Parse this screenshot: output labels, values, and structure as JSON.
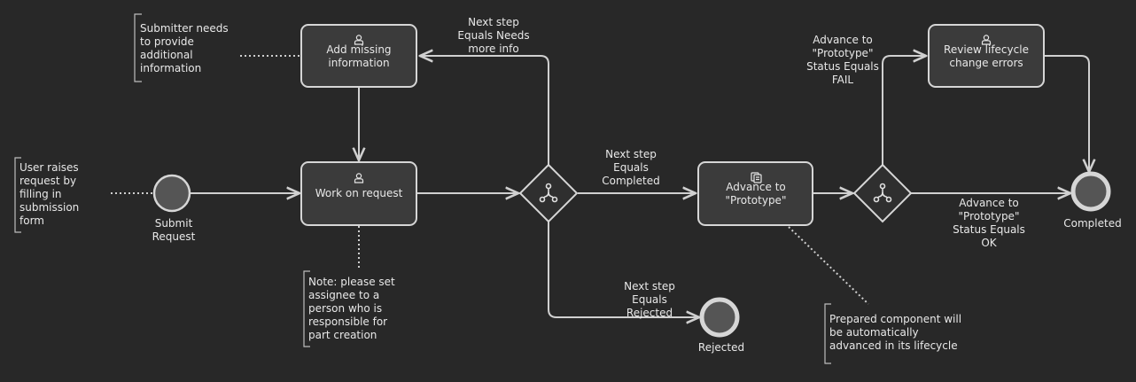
{
  "events": {
    "start": {
      "label_lines": [
        "Submit",
        "Request"
      ]
    },
    "end_rejected": {
      "label_lines": [
        "Rejected"
      ]
    },
    "end_completed": {
      "label_lines": [
        "Completed"
      ]
    }
  },
  "tasks": {
    "add_missing": {
      "label_lines": [
        "Add missing",
        "information"
      ],
      "icon": "user-icon"
    },
    "work_on_request": {
      "label_lines": [
        "Work on request"
      ],
      "icon": "user-icon"
    },
    "advance_prototype": {
      "label_lines": [
        "Advance to",
        "\"Prototype\""
      ],
      "icon": "script-icon"
    },
    "review_errors": {
      "label_lines": [
        "Review lifecycle",
        "change errors"
      ],
      "icon": "user-icon"
    }
  },
  "gateways": {
    "decision_1": {
      "icon": "branch-icon"
    },
    "decision_2": {
      "icon": "branch-icon"
    }
  },
  "flow_labels": {
    "needs_more_info": [
      "Next step",
      "Equals Needs",
      "more info"
    ],
    "completed": [
      "Next step",
      "Equals",
      "Completed"
    ],
    "rejected": [
      "Next step",
      "Equals",
      "Rejected"
    ],
    "status_fail": [
      "Advance to",
      "\"Prototype\"",
      "Status Equals",
      "FAIL"
    ],
    "status_ok": [
      "Advance to",
      "\"Prototype\"",
      "Status Equals",
      "OK"
    ]
  },
  "annotations": {
    "submitter": [
      "Submitter needs",
      "to provide",
      "additional",
      "information"
    ],
    "user_raises": [
      "User raises",
      "request by",
      "filling in",
      "submission",
      "form"
    ],
    "note_assignee": [
      "Note: please set",
      "assignee to a",
      "person who is",
      "responsible for",
      "part creation"
    ],
    "prepared_component": [
      "Prepared component will",
      "be automatically",
      "advanced in its lifecycle"
    ]
  },
  "colors": {
    "background": "#282828",
    "task_fill": "#3b3b3b",
    "stroke": "#d6d6d6",
    "text": "#e8e8e8"
  }
}
